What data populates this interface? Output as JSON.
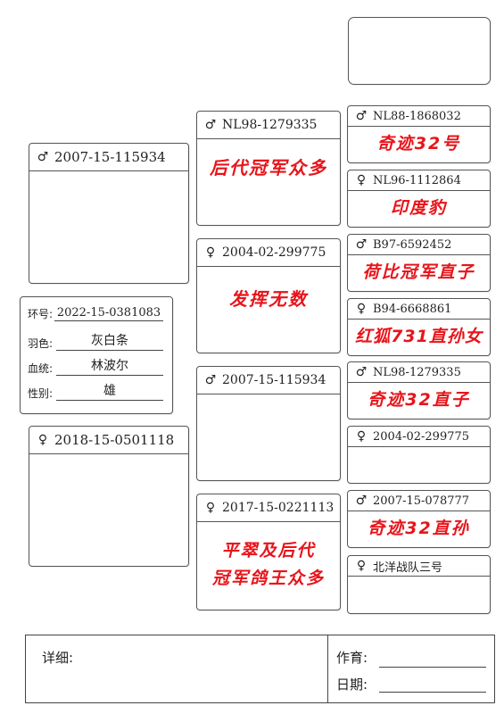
{
  "symbols": {
    "male": "♂",
    "female": "♀"
  },
  "colors": {
    "note": "#e8141a",
    "border": "#555555"
  },
  "subject": {
    "ring_label": "环号:",
    "ring": "2022-15-0381083",
    "color_label": "羽色:",
    "color": "灰白条",
    "lineage_label": "血统:",
    "lineage": "林波尔",
    "sex_label": "性别:",
    "sex": "雄"
  },
  "sire": {
    "ring": "2007-15-115934",
    "note": ""
  },
  "dam": {
    "ring": "2018-15-0501118",
    "note": ""
  },
  "gp_ss": {
    "ring": "NL98-1279335",
    "note": "后代冠军众多"
  },
  "gp_sd": {
    "ring": "2004-02-299775",
    "note": "发挥无数"
  },
  "gp_ds": {
    "ring": "2007-15-115934",
    "note": ""
  },
  "gp_dd": {
    "ring": "2017-15-0221113",
    "note_line1": "平翠及后代",
    "note_line2": "冠军鸽王众多"
  },
  "ggp": [
    {
      "ring": "NL88-1868032",
      "note": "奇迹32号"
    },
    {
      "ring": "NL96-1112864",
      "note": "印度豹"
    },
    {
      "ring": "B97-6592452",
      "note": "荷比冠军直子"
    },
    {
      "ring": "B94-6668861",
      "note": "红狐731直孙女"
    },
    {
      "ring": "NL98-1279335",
      "note": "奇迹32直子"
    },
    {
      "ring": "2004-02-299775",
      "note": ""
    },
    {
      "ring": "2007-15-078777",
      "note": "奇迹32直孙"
    },
    {
      "ring": "北洋战队三号",
      "note": ""
    }
  ],
  "footer": {
    "details_label": "详细:",
    "breeder_label": "作育:",
    "date_label": "日期:"
  }
}
